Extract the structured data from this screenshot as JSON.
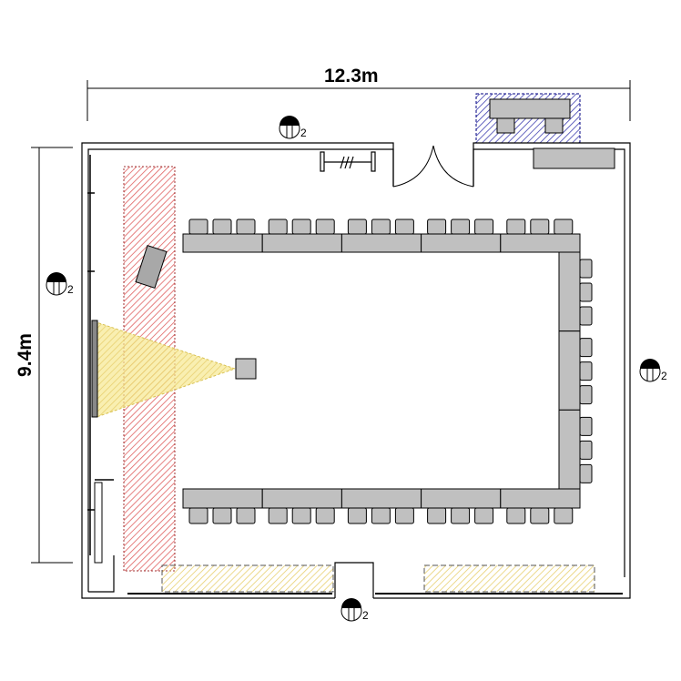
{
  "dimensions": {
    "width_label": "12.3m",
    "height_label": "9.4m"
  },
  "fixture_symbols": [
    {
      "name": "fixture-top",
      "sub": "2"
    },
    {
      "name": "fixture-left",
      "sub": "2"
    },
    {
      "name": "fixture-right",
      "sub": "2"
    },
    {
      "name": "fixture-bottom",
      "sub": "2"
    }
  ],
  "layout": {
    "top_table_segments": 5,
    "bottom_table_segments": 5,
    "right_table_segments": 3,
    "chairs_per_segment": 3
  },
  "colors": {
    "furniture": "#c0c0c0",
    "stage_zone": "#e05050",
    "reception_zone": "#3030a0",
    "window_zone": "#e8d060",
    "projection": "#f4e8a0"
  }
}
